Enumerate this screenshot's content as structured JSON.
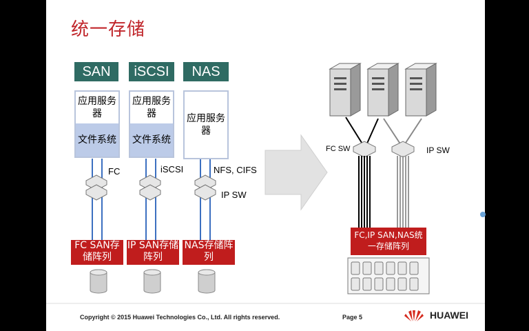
{
  "slide": {
    "title": "统一存储",
    "columns": [
      {
        "proto": "SAN",
        "app": "应用服务器",
        "fs": "文件系统",
        "link": "FC",
        "store": "FC SAN存储阵列"
      },
      {
        "proto": "iSCSI",
        "app": "应用服务器",
        "fs": "文件系统",
        "link": "iSCSI",
        "store": "IP SAN存储阵列"
      },
      {
        "proto": "NAS",
        "app": "应用服务器",
        "fs": "",
        "link": "NFS, CIFS",
        "switch": "IP SW",
        "store": "NAS存储阵列"
      }
    ],
    "right": {
      "fc_sw": "FC SW",
      "ip_sw": "IP SW",
      "unified": "FC,IP SAN,NAS统一存储阵列"
    },
    "footer": {
      "copyright": "Copyright © 2015 Huawei Technologies Co., Ltd. All rights reserved.",
      "page": "Page 5",
      "brand": "HUAWEI"
    }
  },
  "colors": {
    "title": "#c0252a",
    "protocol_header": "#2f6b63",
    "storage_red": "#c01d1d",
    "fs_fill": "#bccbe8"
  }
}
